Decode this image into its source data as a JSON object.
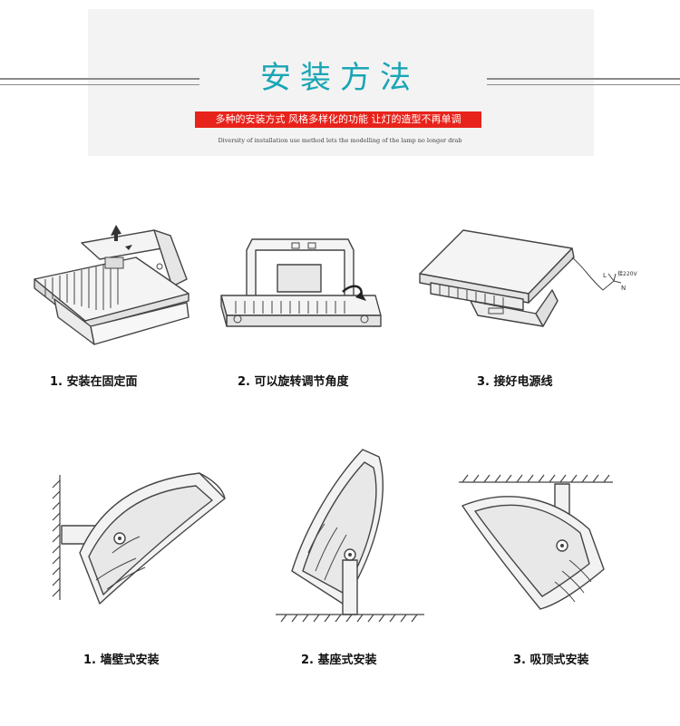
{
  "header": {
    "title": "安装方法",
    "tagline": "多种的安装方式 风格多样化的功能 让灯的造型不再单调",
    "subtitle": "Diversity of installation use method lets the modelling of the lamp no longer drab"
  },
  "steps": [
    {
      "label": "1. 安装在固定面"
    },
    {
      "label": "2. 可以旋转调节角度"
    },
    {
      "label": "3. 接好电源线"
    }
  ],
  "mounts": [
    {
      "label": "1. 墙壁式安装"
    },
    {
      "label": "2. 基座式安装"
    },
    {
      "label": "3. 吸顶式安装"
    }
  ],
  "wiring": {
    "live": "L",
    "neutral": "N",
    "voltage": "接220V"
  }
}
